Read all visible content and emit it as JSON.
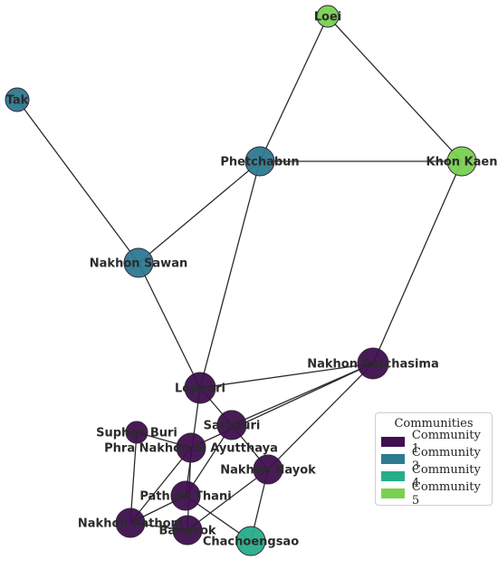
{
  "communities": {
    "c1": {
      "name": "Community 1",
      "color": "#3f0f4f"
    },
    "c3": {
      "name": "Community 3",
      "color": "#2e7a91"
    },
    "c4": {
      "name": "Community 4",
      "color": "#26ad8a"
    },
    "c5": {
      "name": "Community 5",
      "color": "#7ad151"
    }
  },
  "legend": {
    "title": "Communities",
    "items": [
      "c1",
      "c3",
      "c4",
      "c5"
    ]
  },
  "nodes": [
    {
      "id": "Loei",
      "community": "c5",
      "degree": 2
    },
    {
      "id": "Tak",
      "community": "c3",
      "degree": 1
    },
    {
      "id": "Phetchabun",
      "community": "c3",
      "degree": 4
    },
    {
      "id": "Khon Kaen",
      "community": "c5",
      "degree": 3
    },
    {
      "id": "Nakhon Sawan",
      "community": "c3",
      "degree": 3
    },
    {
      "id": "Nakhon Ratchasima",
      "community": "c1",
      "degree": 5
    },
    {
      "id": "Lopburi",
      "community": "c1",
      "degree": 5
    },
    {
      "id": "Saraburi",
      "community": "c1",
      "degree": 4
    },
    {
      "id": "Suphan Buri",
      "community": "c1",
      "degree": 2
    },
    {
      "id": "Phra Nakhon Si Ayutthaya",
      "community": "c1",
      "degree": 4
    },
    {
      "id": "Nakhon Nayok",
      "community": "c1",
      "degree": 4
    },
    {
      "id": "Pathum Thani",
      "community": "c1",
      "degree": 4
    },
    {
      "id": "Nakhon Pathom",
      "community": "c1",
      "degree": 3
    },
    {
      "id": "Bangkok",
      "community": "c1",
      "degree": 4
    },
    {
      "id": "Chachoengsao",
      "community": "c4",
      "degree": 3
    }
  ],
  "edges": [
    [
      "Loei",
      "Phetchabun"
    ],
    [
      "Loei",
      "Khon Kaen"
    ],
    [
      "Tak",
      "Nakhon Sawan"
    ],
    [
      "Phetchabun",
      "Khon Kaen"
    ],
    [
      "Phetchabun",
      "Nakhon Sawan"
    ],
    [
      "Phetchabun",
      "Lopburi"
    ],
    [
      "Khon Kaen",
      "Nakhon Ratchasima"
    ],
    [
      "Nakhon Sawan",
      "Lopburi"
    ],
    [
      "Lopburi",
      "Nakhon Ratchasima"
    ],
    [
      "Lopburi",
      "Saraburi"
    ],
    [
      "Lopburi",
      "Pathum Thani"
    ],
    [
      "Nakhon Ratchasima",
      "Saraburi"
    ],
    [
      "Nakhon Ratchasima",
      "Phra Nakhon Si Ayutthaya"
    ],
    [
      "Nakhon Ratchasima",
      "Nakhon Nayok"
    ],
    [
      "Saraburi",
      "Nakhon Nayok"
    ],
    [
      "Saraburi",
      "Pathum Thani"
    ],
    [
      "Suphan Buri",
      "Phra Nakhon Si Ayutthaya"
    ],
    [
      "Suphan Buri",
      "Nakhon Pathom"
    ],
    [
      "Phra Nakhon Si Ayutthaya",
      "Nakhon Pathom"
    ],
    [
      "Phra Nakhon Si Ayutthaya",
      "Bangkok"
    ],
    [
      "Nakhon Nayok",
      "Bangkok"
    ],
    [
      "Nakhon Nayok",
      "Chachoengsao"
    ],
    [
      "Pathum Thani",
      "Nakhon Pathom"
    ],
    [
      "Pathum Thani",
      "Chachoengsao"
    ],
    [
      "Bangkok",
      "Nakhon Pathom"
    ]
  ]
}
